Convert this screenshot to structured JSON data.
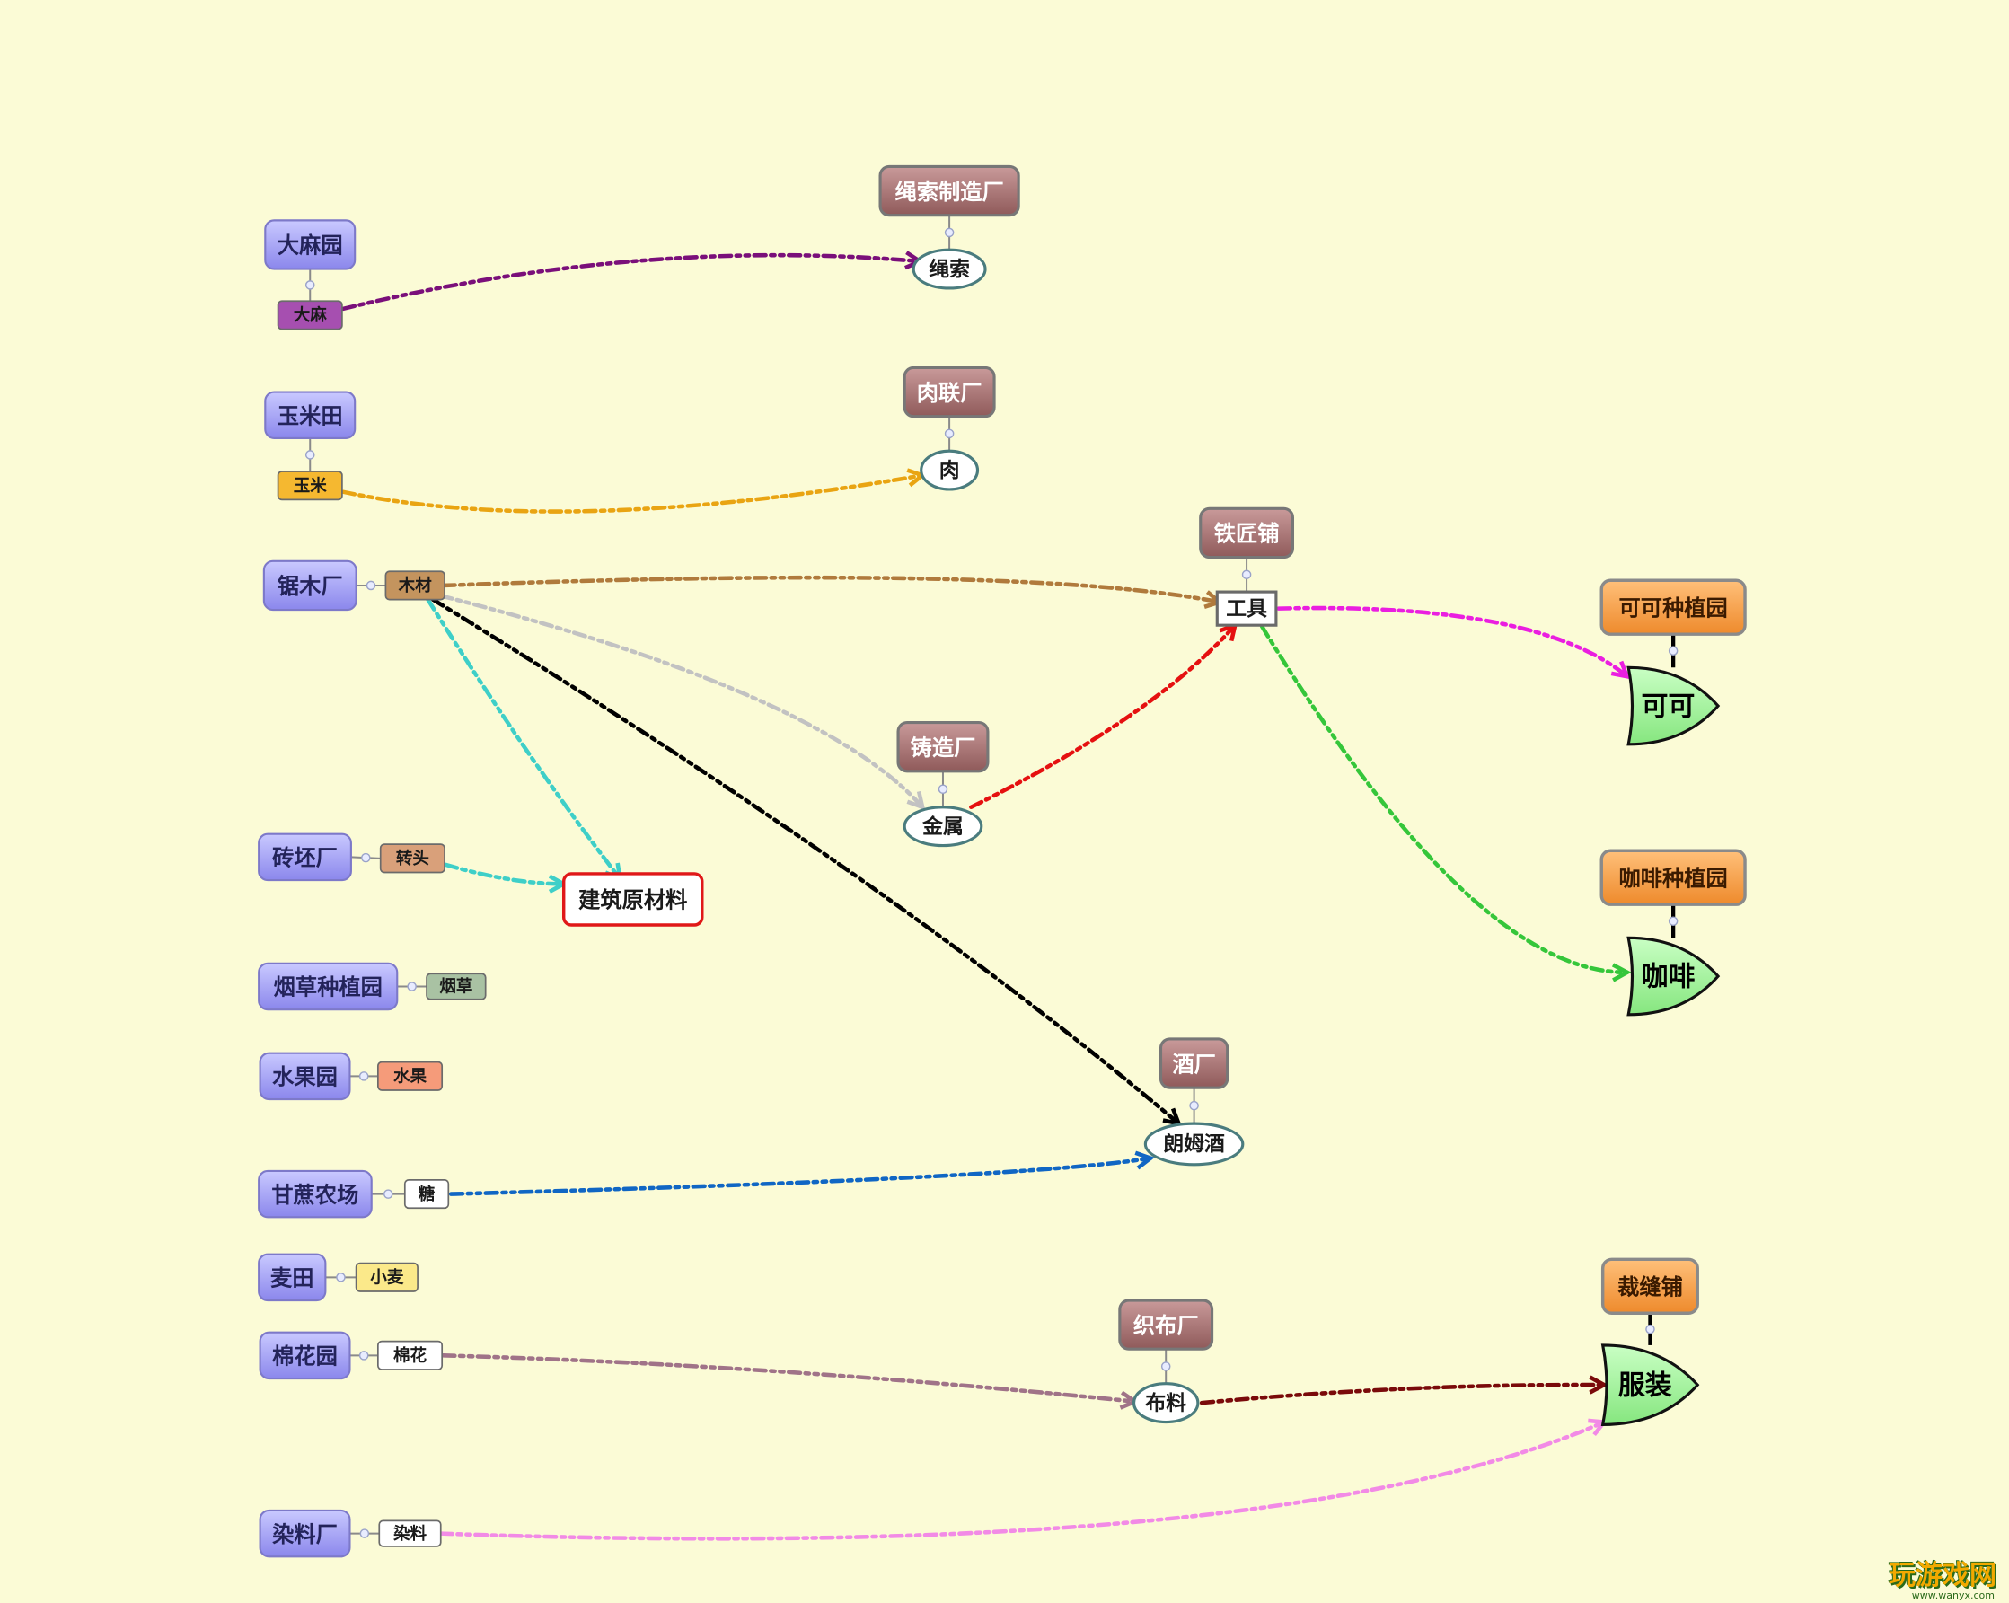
{
  "nodes": [
    {
      "id": "damayuan",
      "label": "大麻园",
      "kind": "producer"
    },
    {
      "id": "dama",
      "label": "大麻",
      "kind": "tag",
      "fill": "#a64fb0"
    },
    {
      "id": "shengsuozhizaochang",
      "label": "绳索制造厂",
      "kind": "factory"
    },
    {
      "id": "shengsuo",
      "label": "绳索",
      "kind": "product"
    },
    {
      "id": "yumitian",
      "label": "玉米田",
      "kind": "producer"
    },
    {
      "id": "yumi",
      "label": "玉米",
      "kind": "tag",
      "fill": "#f5b830"
    },
    {
      "id": "roulianchang",
      "label": "肉联厂",
      "kind": "factory"
    },
    {
      "id": "rou",
      "label": "肉",
      "kind": "product"
    },
    {
      "id": "jumuchang",
      "label": "锯木厂",
      "kind": "producer"
    },
    {
      "id": "mucai",
      "label": "木材",
      "kind": "tag",
      "fill": "#c4945e"
    },
    {
      "id": "tiejiangpu",
      "label": "铁匠铺",
      "kind": "factory"
    },
    {
      "id": "gongju",
      "label": "工具",
      "kind": "tool"
    },
    {
      "id": "kekezhiyuan",
      "label": "可可种植园",
      "kind": "plantation"
    },
    {
      "id": "keke",
      "label": "可可",
      "kind": "final"
    },
    {
      "id": "zhuzaochang",
      "label": "铸造厂",
      "kind": "factory"
    },
    {
      "id": "jinshu",
      "label": "金属",
      "kind": "product"
    },
    {
      "id": "zhuanpichang",
      "label": "砖坯厂",
      "kind": "producer"
    },
    {
      "id": "zhuantou",
      "label": "转头",
      "kind": "tag",
      "fill": "#d9a07a"
    },
    {
      "id": "jianzhuyuancailiao",
      "label": "建筑原材料",
      "kind": "building"
    },
    {
      "id": "kafeizhiyuan",
      "label": "咖啡种植园",
      "kind": "plantation"
    },
    {
      "id": "kafei",
      "label": "咖啡",
      "kind": "final"
    },
    {
      "id": "yancaozhiyuan",
      "label": "烟草种植园",
      "kind": "producer"
    },
    {
      "id": "yancao",
      "label": "烟草",
      "kind": "tag",
      "fill": "#a9c2a3"
    },
    {
      "id": "shuiguoyuan",
      "label": "水果园",
      "kind": "producer"
    },
    {
      "id": "shuiguo",
      "label": "水果",
      "kind": "tag",
      "fill": "#f59b7a"
    },
    {
      "id": "jiuchang",
      "label": "酒厂",
      "kind": "factory"
    },
    {
      "id": "langmujiu",
      "label": "朗姆酒",
      "kind": "product"
    },
    {
      "id": "ganzhenongchang",
      "label": "甘蔗农场",
      "kind": "producer"
    },
    {
      "id": "tang",
      "label": "糖",
      "kind": "tag",
      "fill": "#ffffff"
    },
    {
      "id": "maitian",
      "label": "麦田",
      "kind": "producer"
    },
    {
      "id": "xiaomai",
      "label": "小麦",
      "kind": "tag",
      "fill": "#fbe98a"
    },
    {
      "id": "caifengpu",
      "label": "裁缝铺",
      "kind": "plantation"
    },
    {
      "id": "zhibuchang",
      "label": "织布厂",
      "kind": "factory"
    },
    {
      "id": "mianhuayuan",
      "label": "棉花园",
      "kind": "producer"
    },
    {
      "id": "mianhua",
      "label": "棉花",
      "kind": "tag",
      "fill": "#ffffff"
    },
    {
      "id": "buliao",
      "label": "布料",
      "kind": "product"
    },
    {
      "id": "fuzhuang",
      "label": "服装",
      "kind": "final"
    },
    {
      "id": "ranliaochang",
      "label": "染料厂",
      "kind": "producer"
    },
    {
      "id": "ranliao",
      "label": "染料",
      "kind": "tag",
      "fill": "#ffffff"
    }
  ],
  "links": [
    {
      "from": "damayuan",
      "to": "dama"
    },
    {
      "from": "shengsuozhizaochang",
      "to": "shengsuo"
    },
    {
      "from": "yumitian",
      "to": "yumi"
    },
    {
      "from": "roulianchang",
      "to": "rou"
    },
    {
      "from": "jumuchang",
      "to": "mucai"
    },
    {
      "from": "tiejiangpu",
      "to": "gongju"
    },
    {
      "from": "kekezhiyuan",
      "to": "keke"
    },
    {
      "from": "zhuzaochang",
      "to": "jinshu"
    },
    {
      "from": "zhuanpichang",
      "to": "zhuantou"
    },
    {
      "from": "kafeizhiyuan",
      "to": "kafei"
    },
    {
      "from": "yancaozhiyuan",
      "to": "yancao"
    },
    {
      "from": "shuiguoyuan",
      "to": "shuiguo"
    },
    {
      "from": "jiuchang",
      "to": "langmujiu"
    },
    {
      "from": "ganzhenongchang",
      "to": "tang"
    },
    {
      "from": "maitian",
      "to": "xiaomai"
    },
    {
      "from": "caifengpu",
      "to": "fuzhuang"
    },
    {
      "from": "zhibuchang",
      "to": "buliao"
    },
    {
      "from": "mianhuayuan",
      "to": "mianhua"
    },
    {
      "from": "ranliaochang",
      "to": "ranliao"
    }
  ],
  "flows": [
    {
      "from": "dama",
      "to": "shengsuo",
      "color": "#7a0f7a"
    },
    {
      "from": "yumi",
      "to": "rou",
      "color": "#e9a412"
    },
    {
      "from": "mucai",
      "to": "gongju",
      "color": "#b07a3c"
    },
    {
      "from": "mucai",
      "to": "jinshu",
      "color": "#c2c2c2"
    },
    {
      "from": "mucai",
      "to": "jianzhuyuancailiao",
      "color": "#3ecfc8"
    },
    {
      "from": "mucai",
      "to": "langmujiu",
      "color": "#000000"
    },
    {
      "from": "zhuantou",
      "to": "jianzhuyuancailiao",
      "color": "#3ecfc8"
    },
    {
      "from": "jinshu",
      "to": "gongju",
      "color": "#e51010"
    },
    {
      "from": "gongju",
      "to": "keke",
      "color": "#ea1ee0"
    },
    {
      "from": "gongju",
      "to": "kafei",
      "color": "#35c63a"
    },
    {
      "from": "tang",
      "to": "langmujiu",
      "color": "#1066c4"
    },
    {
      "from": "mianhua",
      "to": "buliao",
      "color": "#a07388"
    },
    {
      "from": "buliao",
      "to": "fuzhuang",
      "color": "#7a0a0a"
    },
    {
      "from": "ranliao",
      "to": "fuzhuang",
      "color": "#f28ae6"
    }
  ],
  "watermark": {
    "text": "玩游戏网",
    "url": "www.wanyx.com"
  }
}
